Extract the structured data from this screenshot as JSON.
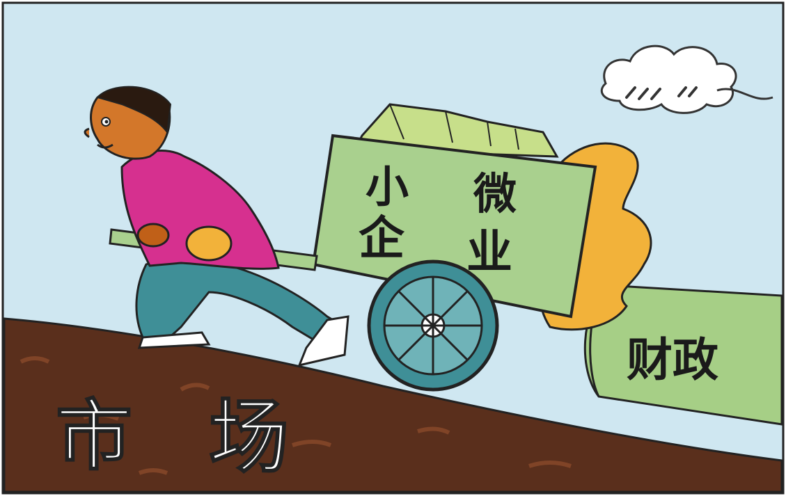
{
  "cartoon": {
    "cart_text": {
      "line1_a": "小",
      "line1_b": "微",
      "line2_a": "企",
      "line2_b": "业"
    },
    "sleeve_text": "财政",
    "hill_text": {
      "a": "市",
      "b": "场"
    }
  },
  "colors": {
    "sky": "#cfe7f1",
    "hill": "#5a2f1c",
    "cart": "#a9d08e",
    "shirt": "#d6308f",
    "pants": "#3f8f97",
    "hand": "#f2b23a",
    "sleeve": "#a6cf86"
  }
}
